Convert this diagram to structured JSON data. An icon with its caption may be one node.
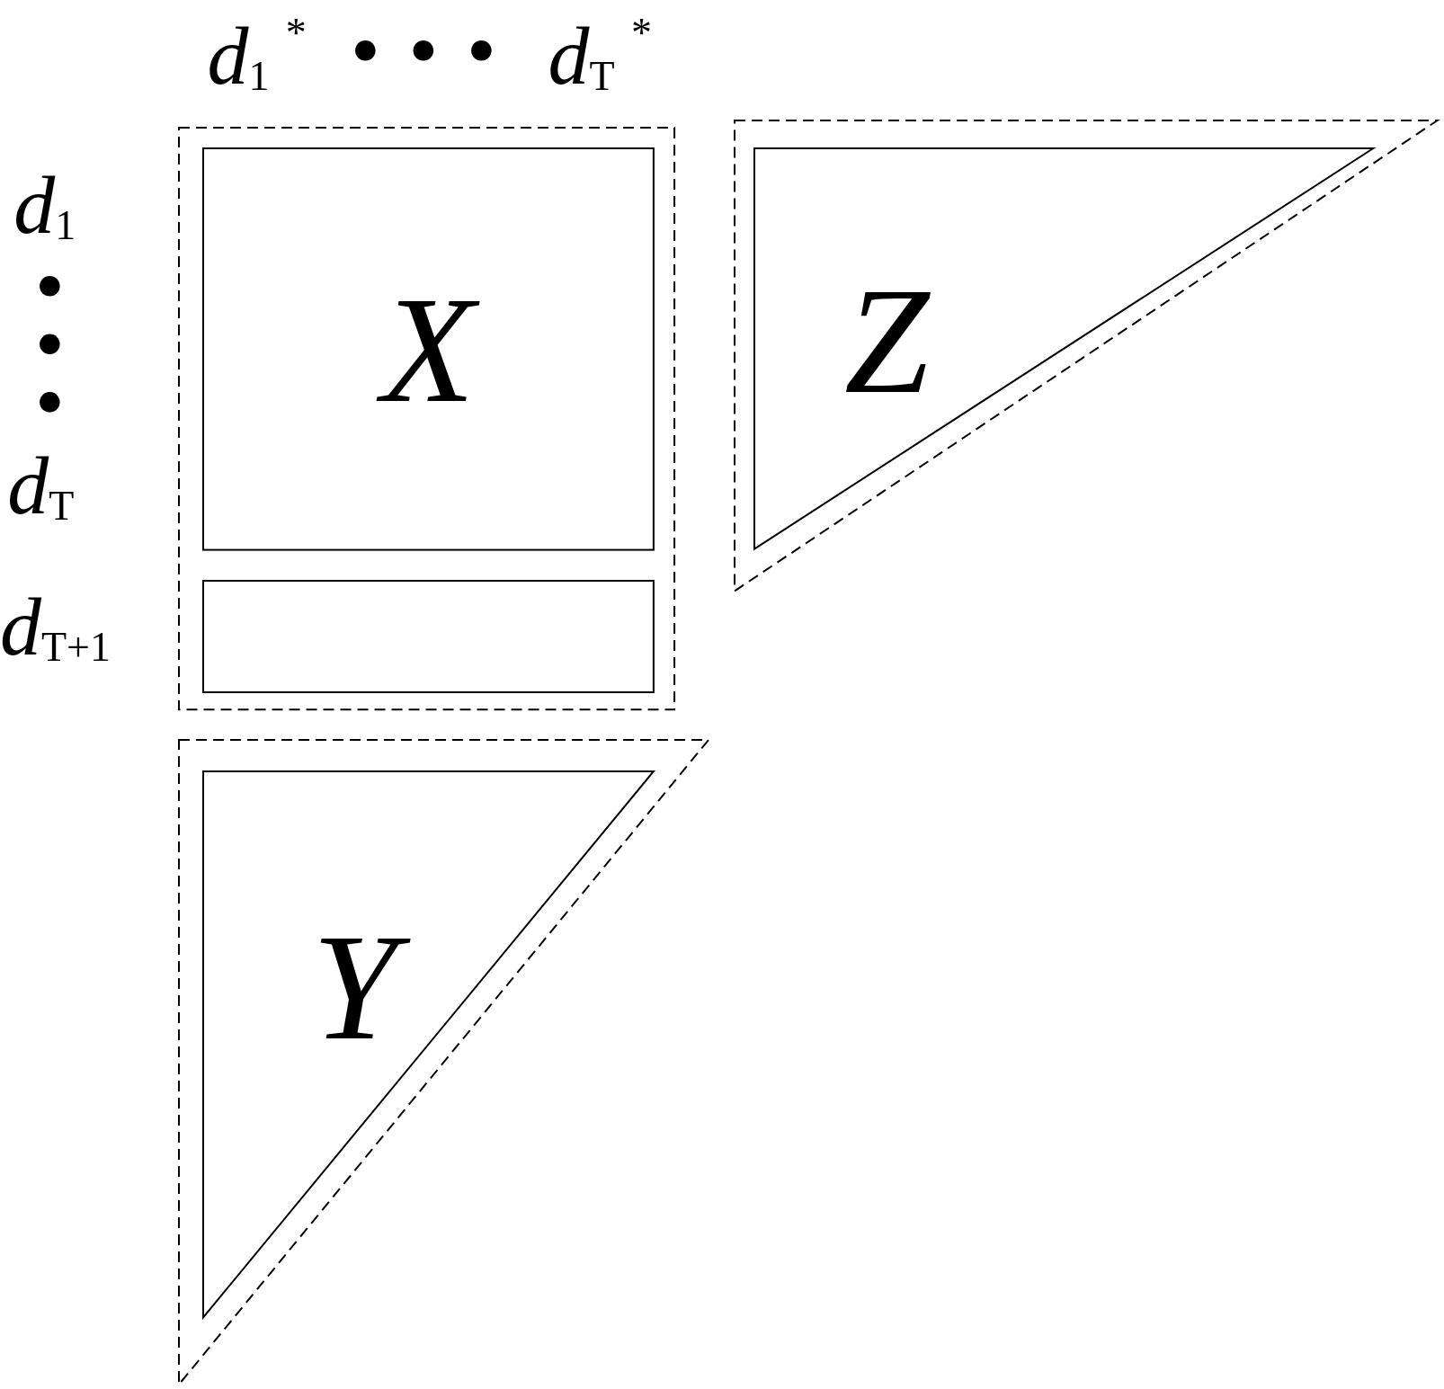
{
  "diagram": {
    "nodes": [
      {
        "text": [],
        "shape": "box"
      },
      {
        "text": [
          "X"
        ],
        "in": 0
      },
      {
        "text": [],
        "shape": "box",
        "in": 0
      },
      {
        "text": [],
        "shape": "triangle"
      },
      {
        "text": [
          "Z"
        ],
        "in": 3
      },
      {
        "text": [],
        "shape": "triangle"
      },
      {
        "text": [
          "Y"
        ],
        "in": 5
      }
    ],
    "labels": [
      "*d*$_{1}$$^{*}$",
      "*d*$_{T}$$^{*}$",
      "*d*$_{1}$",
      "*d*$_{T}$",
      "*d*$_{T+1}$"
    ]
  }
}
